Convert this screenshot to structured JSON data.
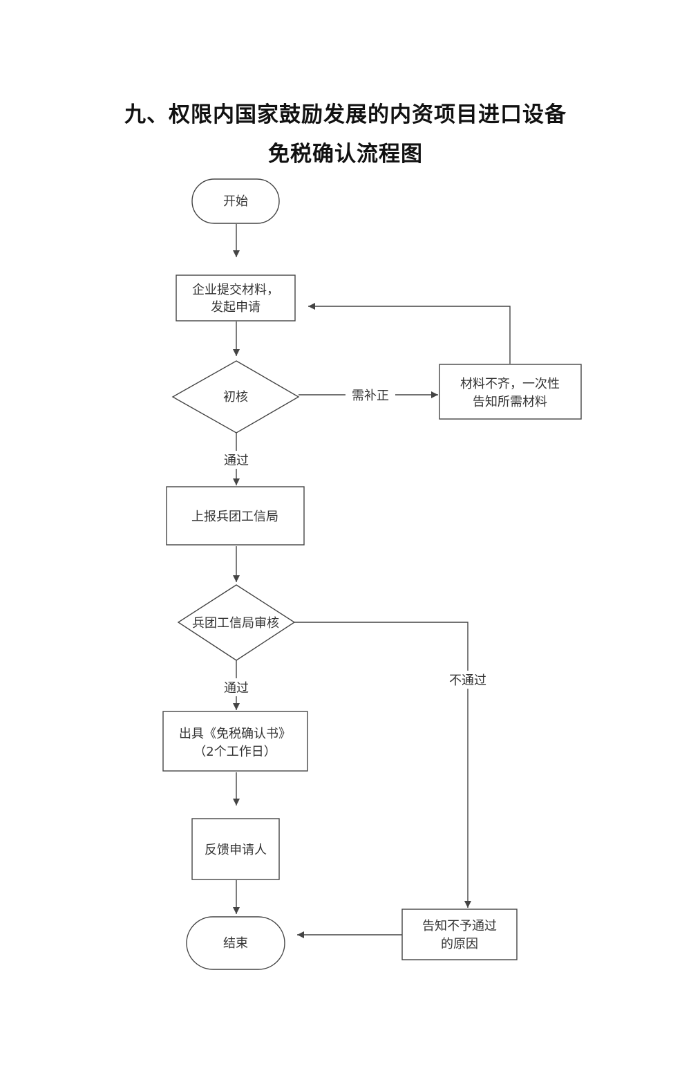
{
  "title": {
    "line1": "九、权限内国家鼓励发展的内资项目进口设备",
    "line2": "免税确认流程图"
  },
  "nodes": {
    "start": "开始",
    "submit": [
      "企业提交材料，",
      "发起申请"
    ],
    "initial_review": "初核",
    "supplement_notice": [
      "材料不齐，一次性",
      "告知所需材料"
    ],
    "report": "上报兵团工信局",
    "bureau_review": "兵团工信局审核",
    "issue_certificate": [
      "出具《免税确认书》",
      "（2个工作日）"
    ],
    "feedback": "反馈申请人",
    "reject_reason": [
      "告知不予通过",
      "的原因"
    ],
    "end": "结束"
  },
  "edges": {
    "needs_correction": "需补正",
    "pass_1": "通过",
    "pass_2": "通过",
    "not_pass": "不通过"
  },
  "colors": {
    "stroke": "#444444",
    "text": "#333333",
    "title": "#111111"
  }
}
